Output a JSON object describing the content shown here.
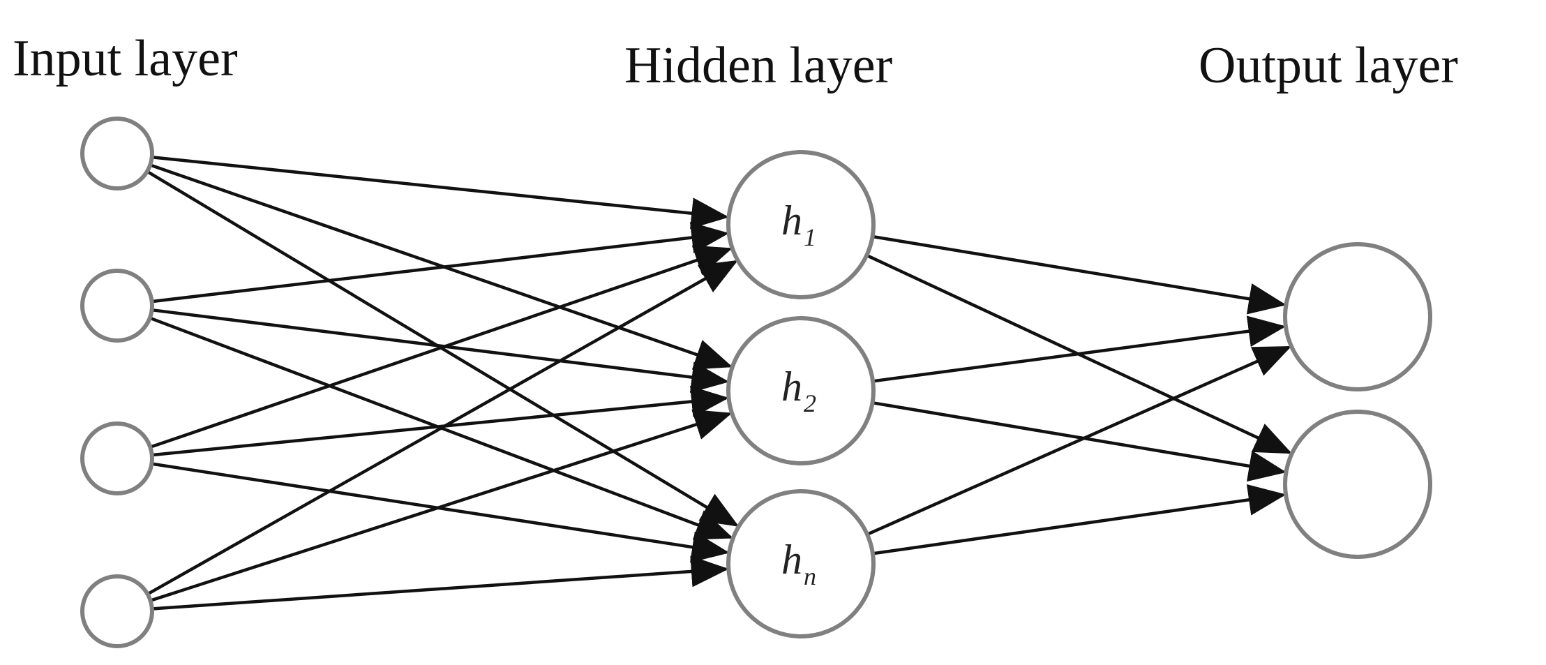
{
  "layers": {
    "input": {
      "title": "Input layer",
      "node_count": 4
    },
    "hidden": {
      "title": "Hidden layer",
      "nodes": [
        {
          "symbol": "h",
          "subscript": "1"
        },
        {
          "symbol": "h",
          "subscript": "2"
        },
        {
          "symbol": "h",
          "subscript": "n"
        }
      ]
    },
    "output": {
      "title": "Output layer",
      "node_count": 2
    }
  },
  "connectivity": "fully-connected",
  "colors": {
    "node_stroke": "#808080",
    "edge": "#111111",
    "text": "#111111"
  }
}
